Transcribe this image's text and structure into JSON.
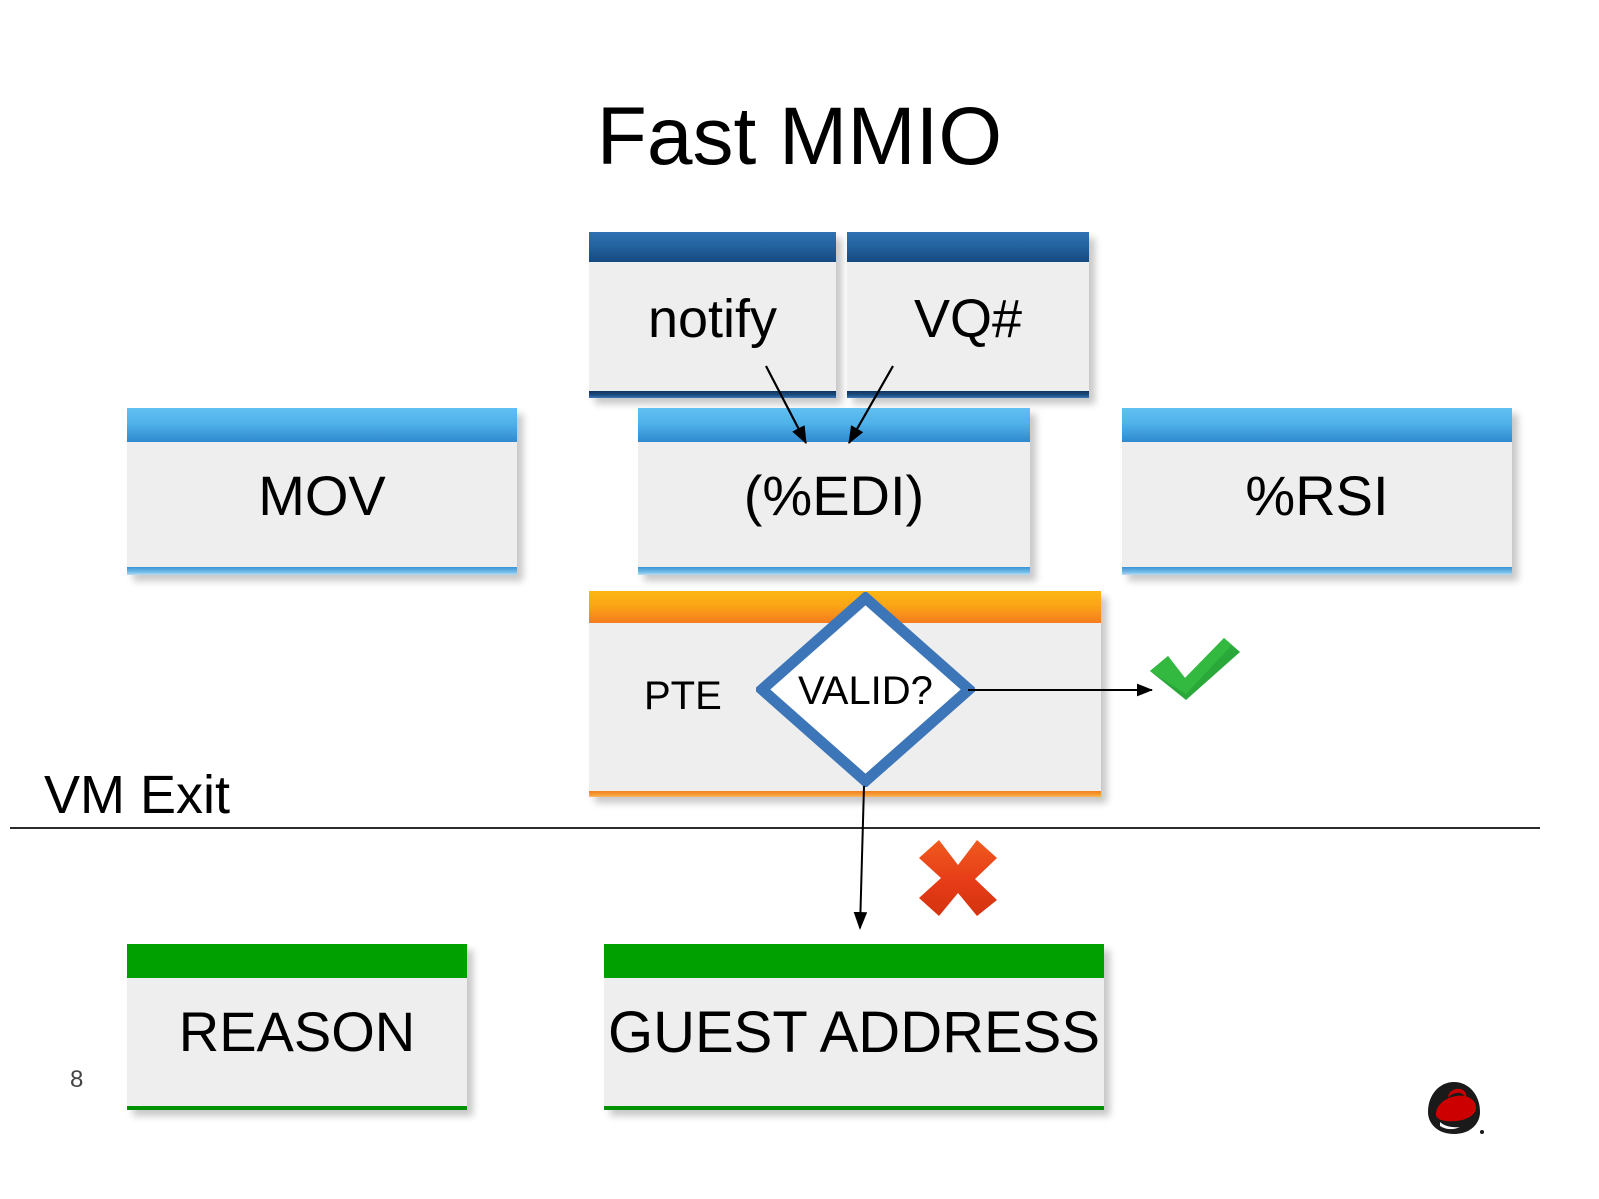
{
  "slide": {
    "title": "Fast MMIO",
    "page_number": "8",
    "background": "#ffffff",
    "logo": "redhat-shadowman-logo"
  },
  "diagram": {
    "virtio_fields": [
      {
        "label": "notify",
        "header_color": "#2463a0"
      },
      {
        "label": "VQ#",
        "header_color": "#2463a0"
      }
    ],
    "instruction_parts": [
      {
        "label": "MOV",
        "header_color": "#4fb2e9"
      },
      {
        "label": "(%EDI)",
        "header_color": "#4fb2e9"
      },
      {
        "label": "%RSI",
        "header_color": "#4fb2e9"
      }
    ],
    "pte": {
      "label": "PTE",
      "header_color": "#fba516",
      "decision": {
        "label": "VALID?",
        "border_color": "#3d76b8",
        "fill_color": "#ffffff"
      }
    },
    "outcomes": {
      "valid": {
        "icon": "green-check-icon",
        "color": "#2aa83a"
      },
      "invalid": {
        "icon": "red-cross-icon",
        "color": "#e8401a"
      }
    },
    "divider": {
      "label": "VM Exit",
      "color": "#2b2b2b"
    },
    "exit_fields": [
      {
        "label": "REASON",
        "header_color": "#00a000"
      },
      {
        "label": "GUEST ADDRESS",
        "header_color": "#00a000"
      }
    ],
    "arrows": [
      {
        "name": "notify-to-edi",
        "from": "notify",
        "to": "(%EDI)"
      },
      {
        "name": "vq-to-edi",
        "from": "VQ#",
        "to": "(%EDI)"
      },
      {
        "name": "valid-to-check",
        "from": "VALID?",
        "to": "green-check"
      },
      {
        "name": "invalid-to-guest-address",
        "from": "VALID?",
        "to": "GUEST ADDRESS"
      }
    ]
  }
}
